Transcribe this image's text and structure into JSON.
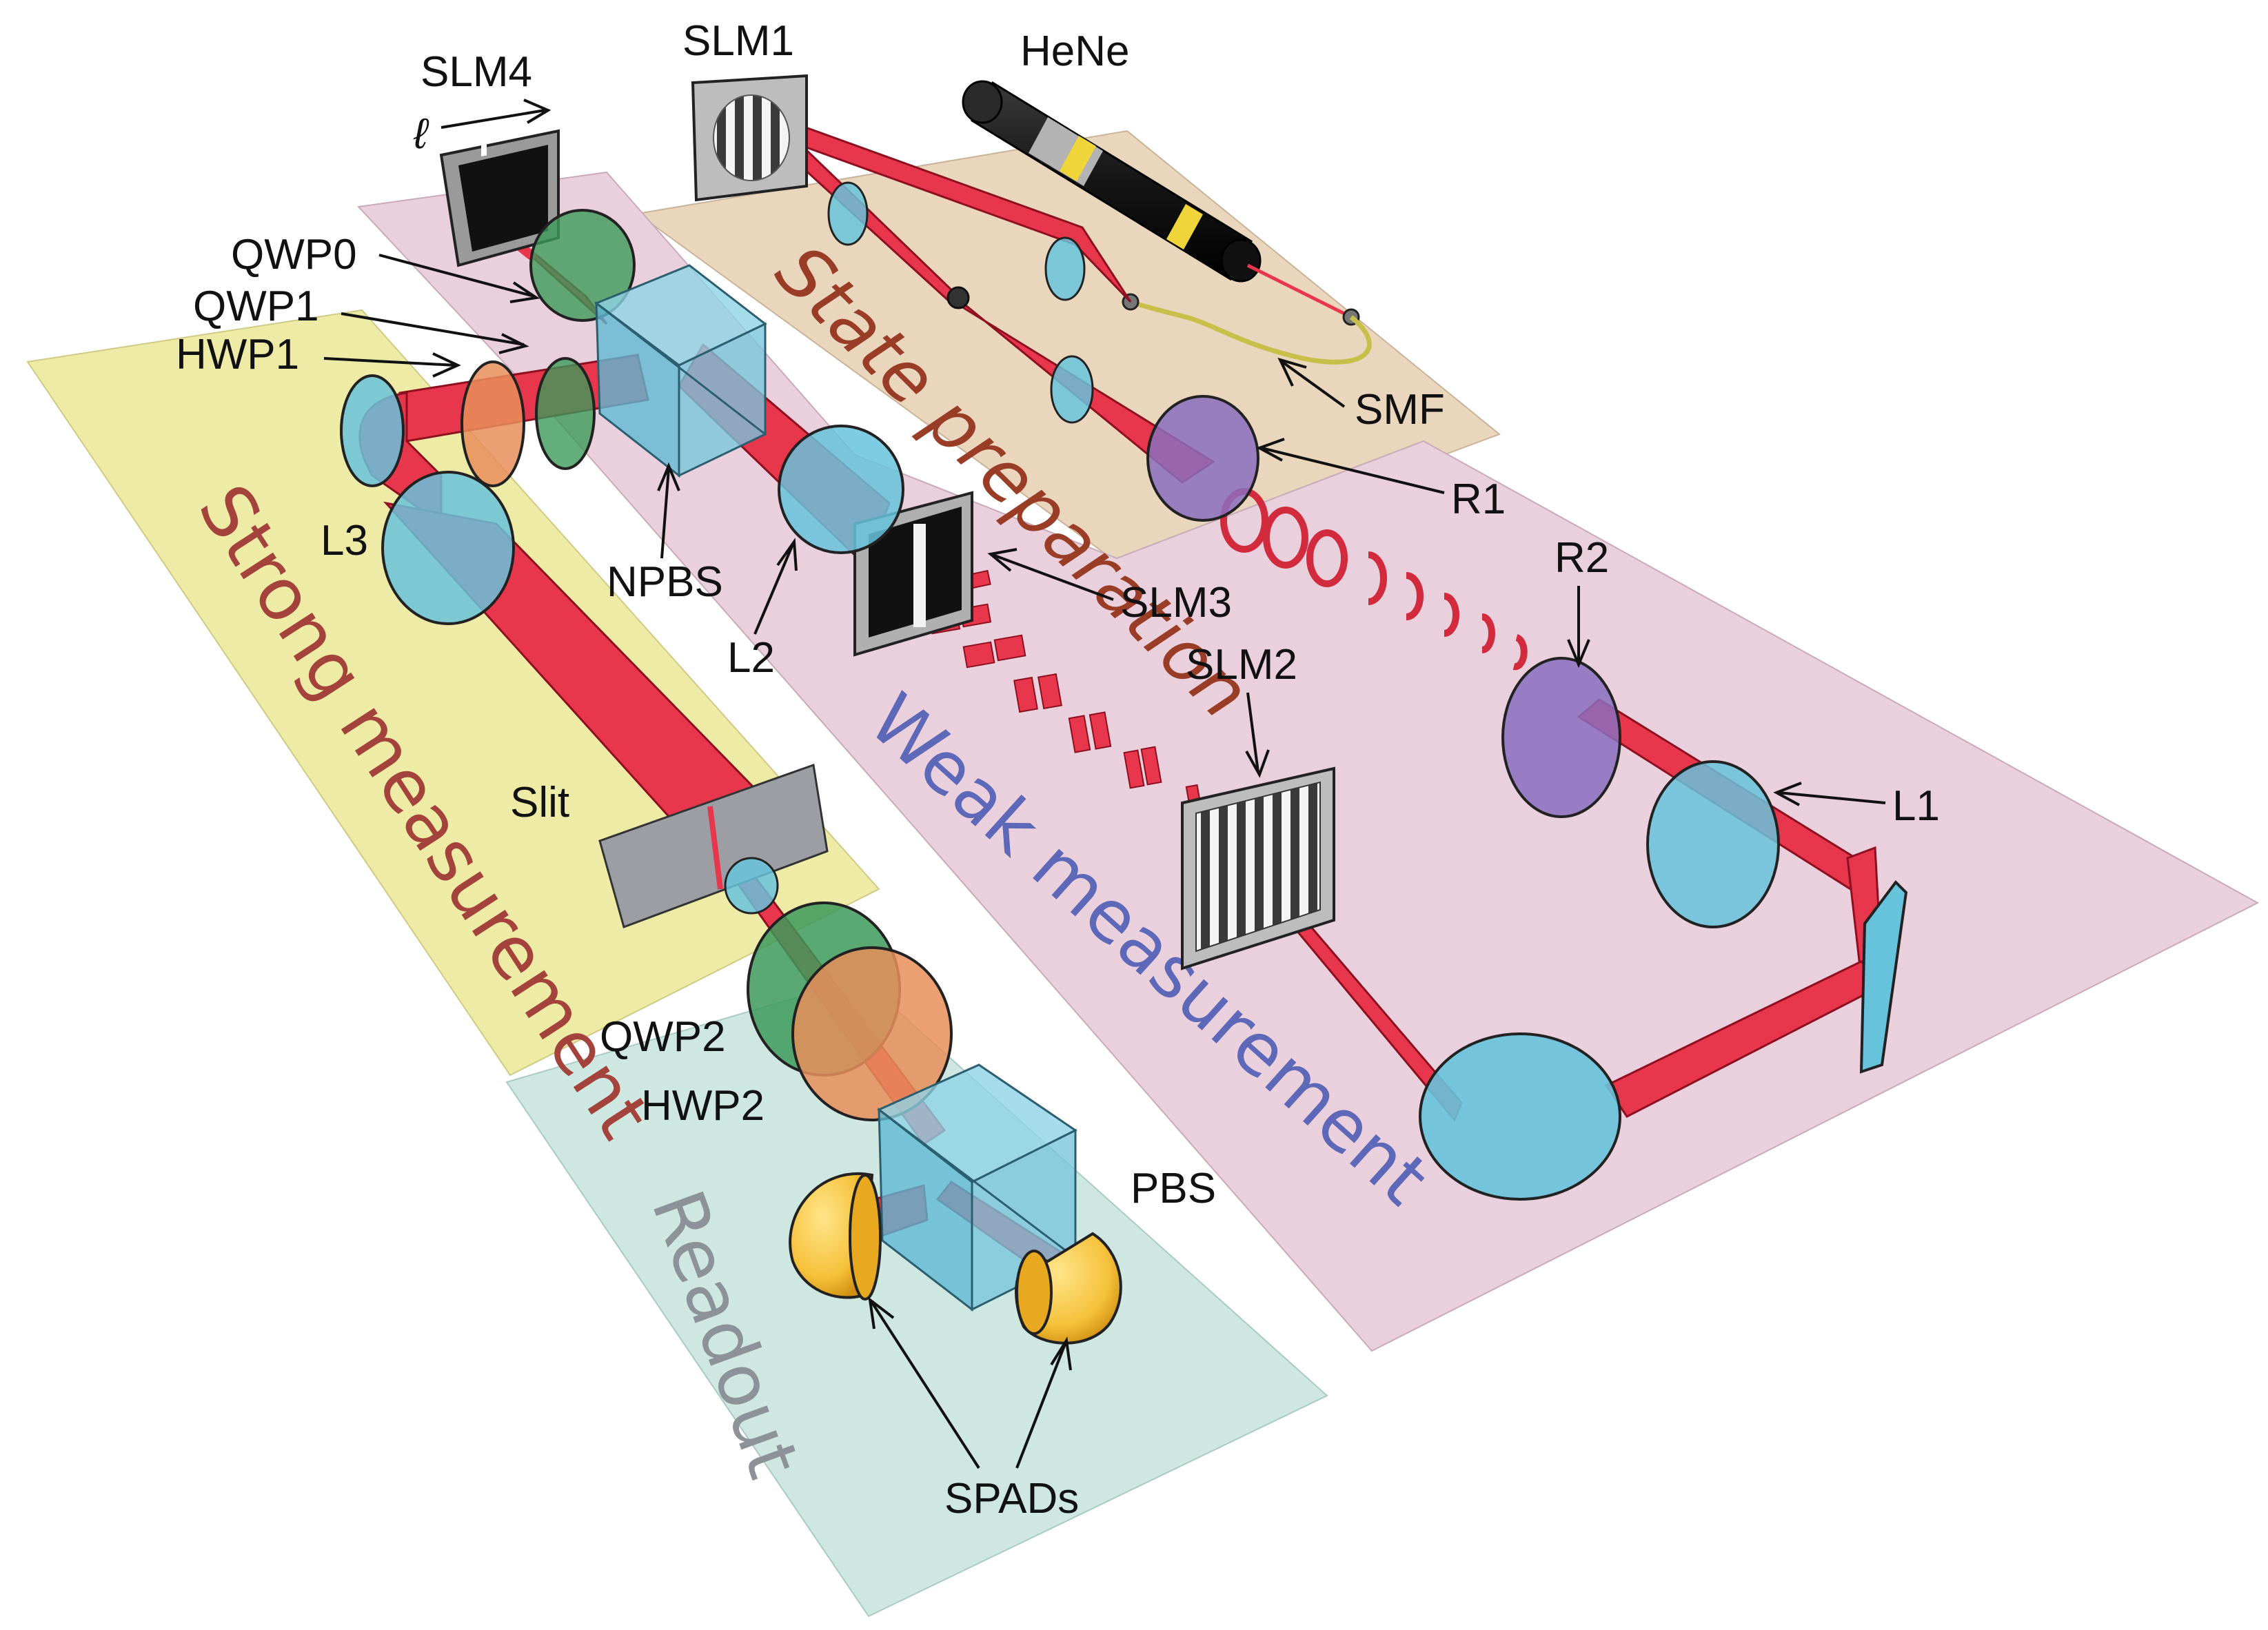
{
  "regions": {
    "state_preparation": "State preparation",
    "strong_measurement": "Strong measurement",
    "weak_measurement": "Weak measurement",
    "readout": "Readout"
  },
  "labels": {
    "slm4": "SLM4",
    "ell": "ℓ",
    "slm1": "SLM1",
    "hene": "HeNe",
    "qwp0": "QWP0",
    "qwp1": "QWP1",
    "hwp1": "HWP1",
    "smf": "SMF",
    "r1": "R1",
    "l3": "L3",
    "npbs": "NPBS",
    "l2": "L2",
    "slm3": "SLM3",
    "r2": "R2",
    "slm2": "SLM2",
    "l1": "L1",
    "slit": "Slit",
    "qwp2": "QWP2",
    "hwp2": "HWP2",
    "pbs": "PBS",
    "spads": "SPADs"
  },
  "colors": {
    "state_prep_bg": "#e9d6bd",
    "strong_bg": "#eeeba6",
    "weak_bg": "#ead0dc",
    "readout_bg": "#cfe7e1",
    "beam": "#e8364c",
    "lens": "#67c3dc",
    "qwp": "#3d9a5a",
    "hwp": "#e88e5b",
    "rotator": "#8b6fc0",
    "cube": "#6fc6dd",
    "spad": "#f5c13a",
    "state_prep_text": "#9a3d27",
    "strong_text": "#a4433b",
    "weak_text": "#5e68b8",
    "readout_text": "#8d9298"
  }
}
